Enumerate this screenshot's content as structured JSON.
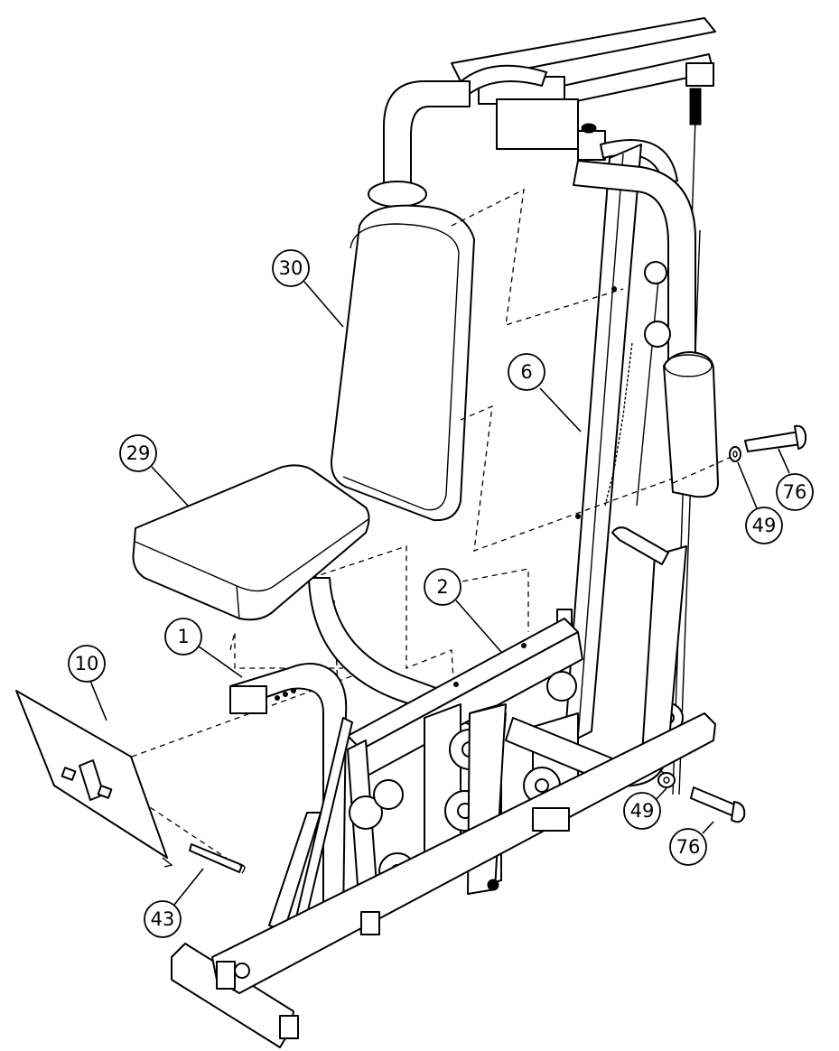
{
  "diagram": {
    "callouts": [
      {
        "id": "part-30",
        "label": "30"
      },
      {
        "id": "part-29",
        "label": "29"
      },
      {
        "id": "part-6",
        "label": "6"
      },
      {
        "id": "part-2",
        "label": "2"
      },
      {
        "id": "part-1",
        "label": "1"
      },
      {
        "id": "part-10",
        "label": "10"
      },
      {
        "id": "part-43",
        "label": "43"
      },
      {
        "id": "part-49-upper",
        "label": "49"
      },
      {
        "id": "part-76-upper",
        "label": "76"
      },
      {
        "id": "part-49-lower",
        "label": "49"
      },
      {
        "id": "part-76-lower",
        "label": "76"
      }
    ]
  }
}
